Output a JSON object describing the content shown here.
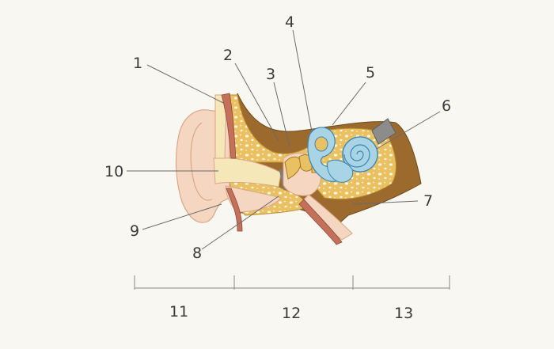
{
  "callouts": {
    "n1": "1",
    "n2": "2",
    "n3": "3",
    "n4": "4",
    "n5": "5",
    "n6": "6",
    "n7": "7",
    "n8": "8",
    "n9": "9",
    "n10": "10"
  },
  "sections": {
    "outer": "11",
    "middle": "12",
    "inner": "13"
  },
  "colors": {
    "background": "#f8f7f2",
    "skin": "#f5d6c0",
    "skin_outline": "#d9a789",
    "bone": "#e9c163",
    "bone_dark": "#c99a38",
    "brown_tissue": "#9b6a2c",
    "muscle": "#c4705a",
    "canal": "#f6e7b8",
    "labyrinth": "#a9d4e6",
    "labyrinth_outline": "#3c86b0",
    "nerve": "#8c8c8c"
  }
}
